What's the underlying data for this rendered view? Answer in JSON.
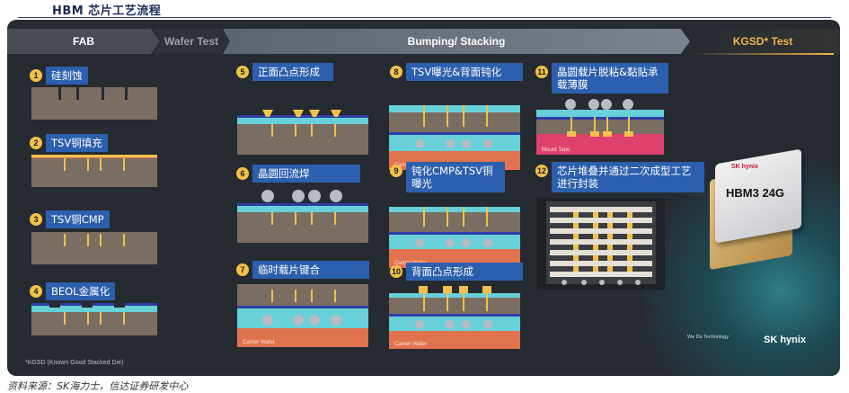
{
  "title": "HBM 芯片工艺流程",
  "phases": {
    "fab": "FAB",
    "wafer_test": "Wafer Test",
    "bumping": "Bumping/ Stacking",
    "kgsd": "KGSD* Test"
  },
  "steps": [
    {
      "num": "1",
      "label": "硅刻蚀"
    },
    {
      "num": "2",
      "label": "TSV铜填充"
    },
    {
      "num": "3",
      "label": "TSV铜CMP"
    },
    {
      "num": "4",
      "label": "BEOL金属化"
    },
    {
      "num": "5",
      "label": "正面凸点形成"
    },
    {
      "num": "6",
      "label": "晶圆回流焊"
    },
    {
      "num": "7",
      "label": "临时载片键合"
    },
    {
      "num": "8",
      "label": "TSV曝光&背面钝化"
    },
    {
      "num": "9",
      "label": "钝化CMP&TSV铜曝光"
    },
    {
      "num": "10",
      "label": "背面凸点形成"
    },
    {
      "num": "11",
      "label": "晶圆载片脱粘&黏贴承载薄膜"
    },
    {
      "num": "12",
      "label": "芯片堆叠并通过二次成型工艺进行封装"
    }
  ],
  "illustration_text": {
    "carrier_wafer": "Carrier Wafer",
    "mount_tape": "Mount Tape"
  },
  "footnote": "*KGSD (Known Good Stacked Die)",
  "chip": {
    "logo": "SK hynix",
    "name": "HBM3 24G"
  },
  "brand": {
    "slogan": "We Do Technology",
    "name": "SK hynix"
  },
  "source": "资料来源：SK海力士，信达证券研发中心",
  "colors": {
    "panel": "#262a31",
    "label_blue": "#2c5fad",
    "number_yellow": "#f0c24a",
    "wafer_grey": "#7a6e63",
    "carrier_orange": "#e0734e",
    "passivation_teal": "#67d0d8",
    "kgsd_orange": "#f0b64c"
  }
}
